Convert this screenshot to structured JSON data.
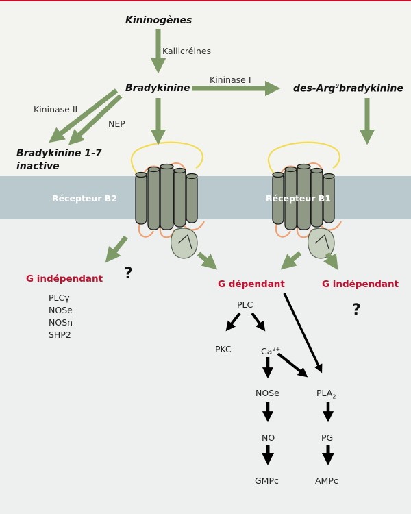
{
  "labels": {
    "kininogenes": "Kininogènes",
    "kallicreines": "Kallicréines",
    "bradykinine": "Bradykinine",
    "kininase_i": "Kininase I",
    "des_arg_prefix": "des-Arg",
    "des_arg_sup": "9",
    "des_arg_suffix": "bradykinine",
    "kininase_ii": "Kininase II",
    "nep": "NEP",
    "bk17_line1": "Bradykinine 1-7",
    "bk17_line2": "inactive",
    "recepteur_b2": "Récepteur B2",
    "recepteur_b1": "Récepteur B1",
    "g_independant_left": "G indépendant",
    "g_dependant": "G dépendant",
    "g_independant_right": "G indépendant",
    "question_left": "?",
    "question_right": "?",
    "plc": "PLC",
    "pkc": "PKC",
    "ca_base": "Ca",
    "ca_sup": "2+",
    "nose": "NOSe",
    "pla_base": "PLA",
    "pla_sub": "2",
    "no": "NO",
    "pg": "PG",
    "gmpc": "GMPc",
    "ampc": "AMPc"
  },
  "g_independent_effectors": [
    "PLCγ",
    "NOSe",
    "NOSn",
    "SHP2"
  ],
  "colors": {
    "green_arrow": "#7d9a67",
    "black_arrow": "#000000",
    "red_text": "#c0112f",
    "membrane": "#b9c9ce",
    "receptor_fill": "#8f9985",
    "g_protein_fill": "#c7cfbf",
    "yellow_loop": "#f2dc55",
    "orange_loop": "#f0a070"
  }
}
